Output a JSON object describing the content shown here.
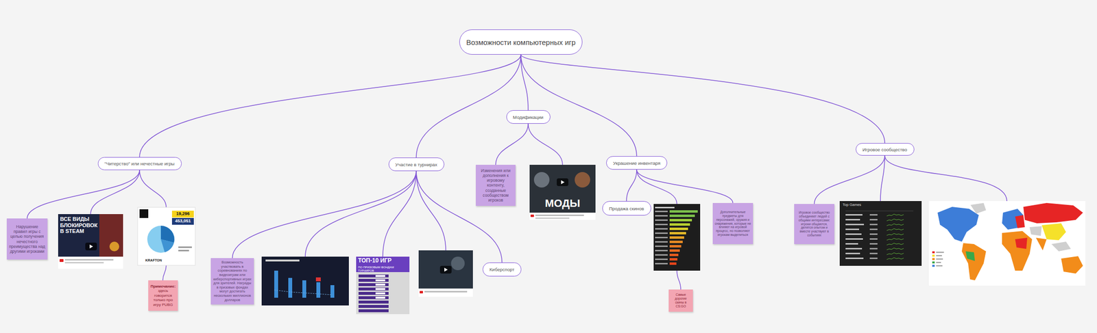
{
  "diagram": {
    "title": "Возможности компьютерных игр",
    "nodes": [
      {
        "text": [
          "Возможности компьютерных игр"
        ]
      },
      {
        "text": [
          "\"Читерство\" или нечестные игры"
        ]
      },
      {
        "text": [
          "Нарушение правил игры с целью получения нечестного преимущества над другими игроками"
        ]
      },
      {
        "text": [
          "Примечание:",
          "здесь говорится только про игру PUBG"
        ]
      },
      {
        "text": [
          "Участие в турнирах"
        ]
      },
      {
        "text": [
          "Возможность участвовать в соревнованиях по видеоиграм или киберспортивных играх для зрителей. Награды в призовых фондах могут достигать нескольких миллионов долларов"
        ]
      },
      {
        "text": [
          "Киберспорт"
        ]
      },
      {
        "text": [
          "Модификации"
        ]
      },
      {
        "text": [
          "Изменения или дополнения к игровому контенту, созданные сообществом игроков"
        ]
      },
      {
        "text": [
          "Украшение инвентаря"
        ]
      },
      {
        "text": [
          "Продажа скинов"
        ]
      },
      {
        "text": [
          "Самые дорогие скины в CS:GO"
        ]
      },
      {
        "text": [
          "Дополнительные предметы для персонажей, оружия и снаряжения, которые не влияют на игровой процесс, но позволяют игрокам выделиться"
        ]
      },
      {
        "text": [
          "Игровое сообщество"
        ]
      },
      {
        "text": [
          "Игровое сообщество объединяет людей с общими интересами: игроки общаются, делятся опытом и вместе участвуют в событиях"
        ]
      }
    ],
    "edges": [
      {
        "from": 0,
        "to": 1,
        "arrow": "none"
      },
      {
        "from": 0,
        "to": 4,
        "arrow": "none"
      },
      {
        "from": 0,
        "to": 7,
        "arrow": "none"
      },
      {
        "from": 0,
        "to": 9,
        "arrow": "none"
      },
      {
        "from": 0,
        "to": 13,
        "arrow": "none"
      },
      {
        "from": 1,
        "to": 2,
        "arrow": "none"
      },
      {
        "from": 4,
        "to": 5,
        "arrow": "none"
      },
      {
        "from": 4,
        "to": 6,
        "arrow": "none"
      },
      {
        "from": 7,
        "to": 8,
        "arrow": "none"
      },
      {
        "from": 9,
        "to": 10,
        "arrow": "none"
      },
      {
        "from": 9,
        "to": 12,
        "arrow": "none"
      },
      {
        "from": 13,
        "to": 14,
        "arrow": "none"
      }
    ],
    "labels": [
      "ВСЕ ВИДЫ БЛОКИРОВОК В STEAM",
      "19,296",
      "453,051",
      "KRAFTON",
      "ТОП-10 ИГР",
      "ПО ПРИЗОВЫМ ФОНДАМ ТУРНИРОВ",
      "МОДЫ",
      "Top Games"
    ]
  }
}
